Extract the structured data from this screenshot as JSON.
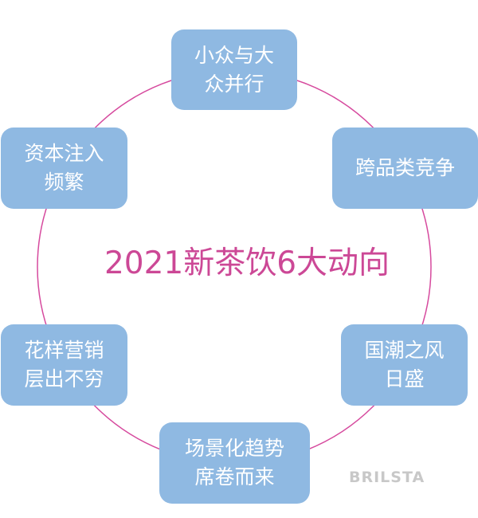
{
  "diagram": {
    "title": "2021新茶饮6大动向",
    "accent_color": "#cc4896",
    "node_color": "#8fb9e2",
    "nodes": [
      {
        "line1": "小众与大",
        "line2": "众并行"
      },
      {
        "line1": "跨品类竞争",
        "line2": ""
      },
      {
        "line1": "国潮之风",
        "line2": "日盛"
      },
      {
        "line1": "场景化趋势",
        "line2": "席卷而来"
      },
      {
        "line1": "花样营销",
        "line2": "层出不穷"
      },
      {
        "line1": "资本注入",
        "line2": "频繁"
      }
    ],
    "watermark": "BRILSTA"
  }
}
